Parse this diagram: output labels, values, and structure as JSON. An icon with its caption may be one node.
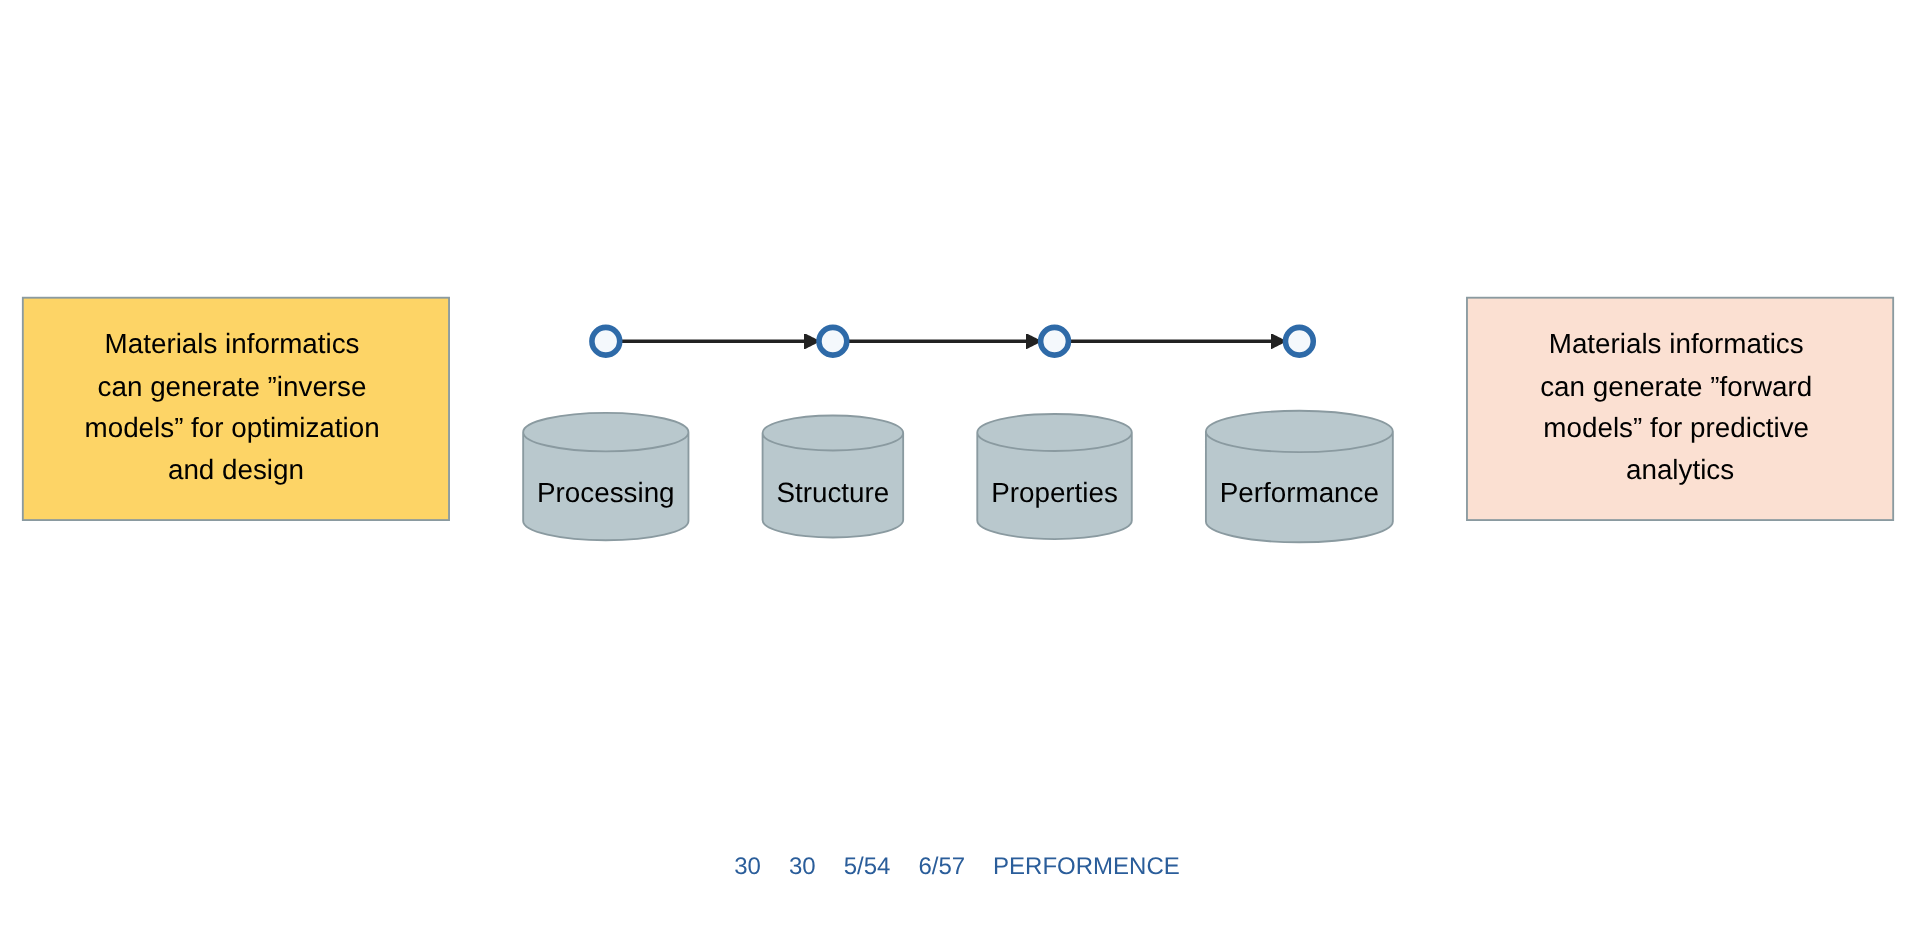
{
  "diagram": {
    "nodes": [
      {
        "text": [
          "Materials informatics can generate ”inverse models” for optimization and design"
        ]
      },
      {
        "text": [],
        "shape": "circle"
      },
      {
        "text": [],
        "shape": "circle"
      },
      {
        "text": [],
        "shape": "circle"
      },
      {
        "text": [],
        "shape": "circle"
      },
      {
        "text": [
          "Processing"
        ]
      },
      {
        "text": [
          "Structure"
        ]
      },
      {
        "text": [
          "Properties"
        ]
      },
      {
        "text": [
          "Performance"
        ]
      },
      {
        "text": [
          "Materials informatics can generate ”forward models” for predictive analytics"
        ]
      }
    ],
    "edges": [
      {
        "from": 1,
        "to": 2,
        "arrow": "to"
      },
      {
        "from": 2,
        "to": 3,
        "arrow": "to"
      },
      {
        "from": 3,
        "to": 4,
        "arrow": "to"
      }
    ],
    "labels": [
      "30",
      "30",
      "5/54",
      "6/57",
      "PERFORMENCE"
    ]
  }
}
